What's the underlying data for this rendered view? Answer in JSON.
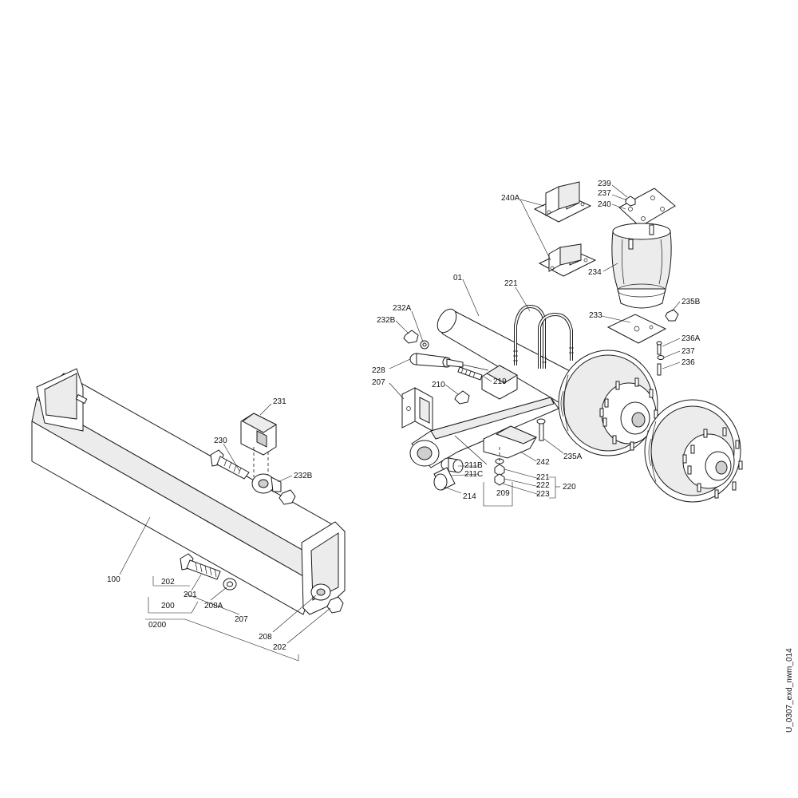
{
  "drawing_code": "U_0307_exd_nwm_014",
  "labels": {
    "l_239": "239",
    "l_237a": "237",
    "l_240": "240",
    "l_240A": "240A",
    "l_234": "234",
    "l_01": "01",
    "l_221a": "221",
    "l_235B": "235B",
    "l_233": "233",
    "l_232A": "232A",
    "l_232B_top": "232B",
    "l_236A": "236A",
    "l_237b": "237",
    "l_236": "236",
    "l_228": "228",
    "l_219": "219",
    "l_207_top": "207",
    "l_210": "210",
    "l_231": "231",
    "l_230": "230",
    "l_232B": "232B",
    "l_235A": "235A",
    "l_242": "242",
    "l_211B": "211B",
    "l_211C": "211C",
    "l_221b": "221",
    "l_222": "222",
    "l_223": "223",
    "l_220": "220",
    "l_214": "214",
    "l_209": "209",
    "l_100": "100",
    "l_202a": "202",
    "l_201": "201",
    "l_200": "200",
    "l_208A": "208A",
    "l_0200": "0200",
    "l_207": "207",
    "l_208": "208",
    "l_202b": "202"
  }
}
